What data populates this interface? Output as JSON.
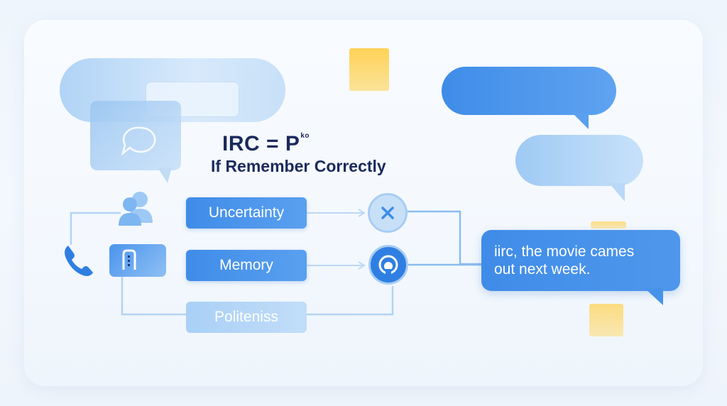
{
  "diagram": {
    "title": "IRC = P",
    "title_badge": "ko",
    "subtitle": "If Remember Correctly",
    "pills": [
      {
        "label": "Uncertainty",
        "state": "strong"
      },
      {
        "label": "Memory",
        "state": "strong"
      },
      {
        "label": "Politeniss",
        "state": "faded"
      }
    ],
    "message": {
      "line1": "iirc, the movie cames",
      "line2": "out next week."
    }
  },
  "colors": {
    "primary": "#3f8ce8",
    "light": "#a9cff5",
    "accent_yellow": "#ffd256",
    "text_dark": "#1a2a5c",
    "line": "#a8cdf2"
  },
  "icons": [
    "chat-icon",
    "people-icon",
    "phone-icon",
    "device-icon",
    "close-icon",
    "face-icon"
  ]
}
